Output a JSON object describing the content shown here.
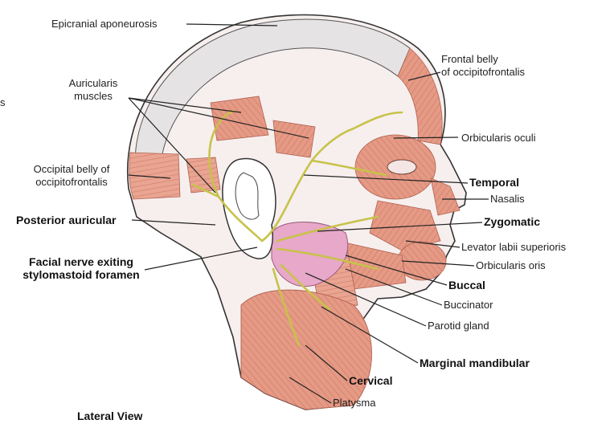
{
  "figure": {
    "view_label": "Lateral View",
    "labels": {
      "epicranial": "Epicranial aponeurosis",
      "auricularis_1": "Auricularis",
      "auricularis_2": "muscles",
      "frontal_1": "Frontal belly",
      "frontal_2": "of occipitofrontalis",
      "occipital_1": "Occipital belly of",
      "occipital_2": "occipitofrontalis",
      "orbicularis_oculi": "Orbicularis oculi",
      "temporal": "Temporal",
      "nasalis": "Nasalis",
      "posterior_auricular": "Posterior auricular",
      "zygomatic": "Zygomatic",
      "levator": "Levator labii superioris",
      "facial_1": "Facial nerve exiting",
      "facial_2": "stylomastoid foramen",
      "orbicularis_oris": "Orbicularis oris",
      "buccal": "Buccal",
      "buccinator": "Buccinator",
      "parotid": "Parotid gland",
      "marginal": "Marginal mandibular",
      "cervical": "Cervical",
      "platysma": "Platysma",
      "edge_fragment": "s"
    },
    "colors": {
      "muscle": "#e59a85",
      "muscle_dark": "#c96a58",
      "aponeurosis": "#e6e3e4",
      "nerve": "#c8c24a",
      "parotid": "#e7a8c9",
      "outline": "#333333",
      "leader": "#222222"
    }
  }
}
